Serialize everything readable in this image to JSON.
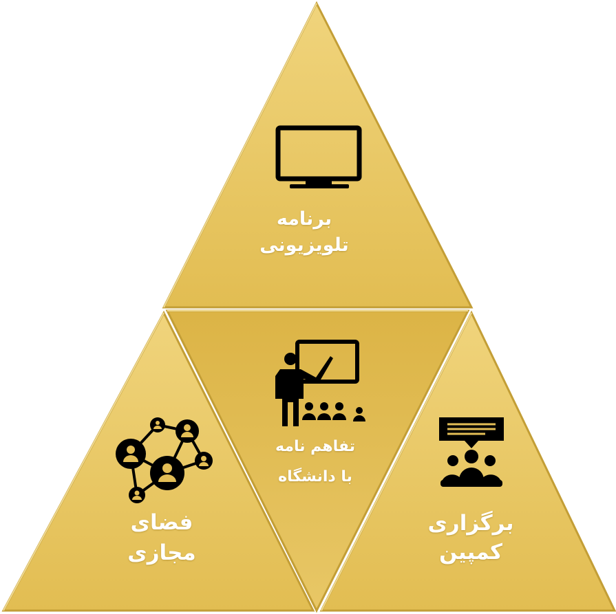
{
  "colors": {
    "gold_light": "#efd176",
    "gold": "#e3be56",
    "gold_dark": "#c9a43a",
    "icon": "#000000",
    "text": "#ffffff"
  },
  "segments": {
    "top": {
      "line1": "برنامه",
      "line2": "تلویزیونی",
      "icon": "tv-monitor-icon"
    },
    "center": {
      "line1": "تفاهم نامه",
      "line2": "با دانشگاه",
      "icon": "teacher-presentation-icon"
    },
    "left": {
      "line1": "فضای",
      "line2": "مجازی",
      "icon": "social-network-icon"
    },
    "right": {
      "line1": "برگزاری",
      "line2": "کمپین",
      "icon": "group-discussion-icon"
    }
  }
}
